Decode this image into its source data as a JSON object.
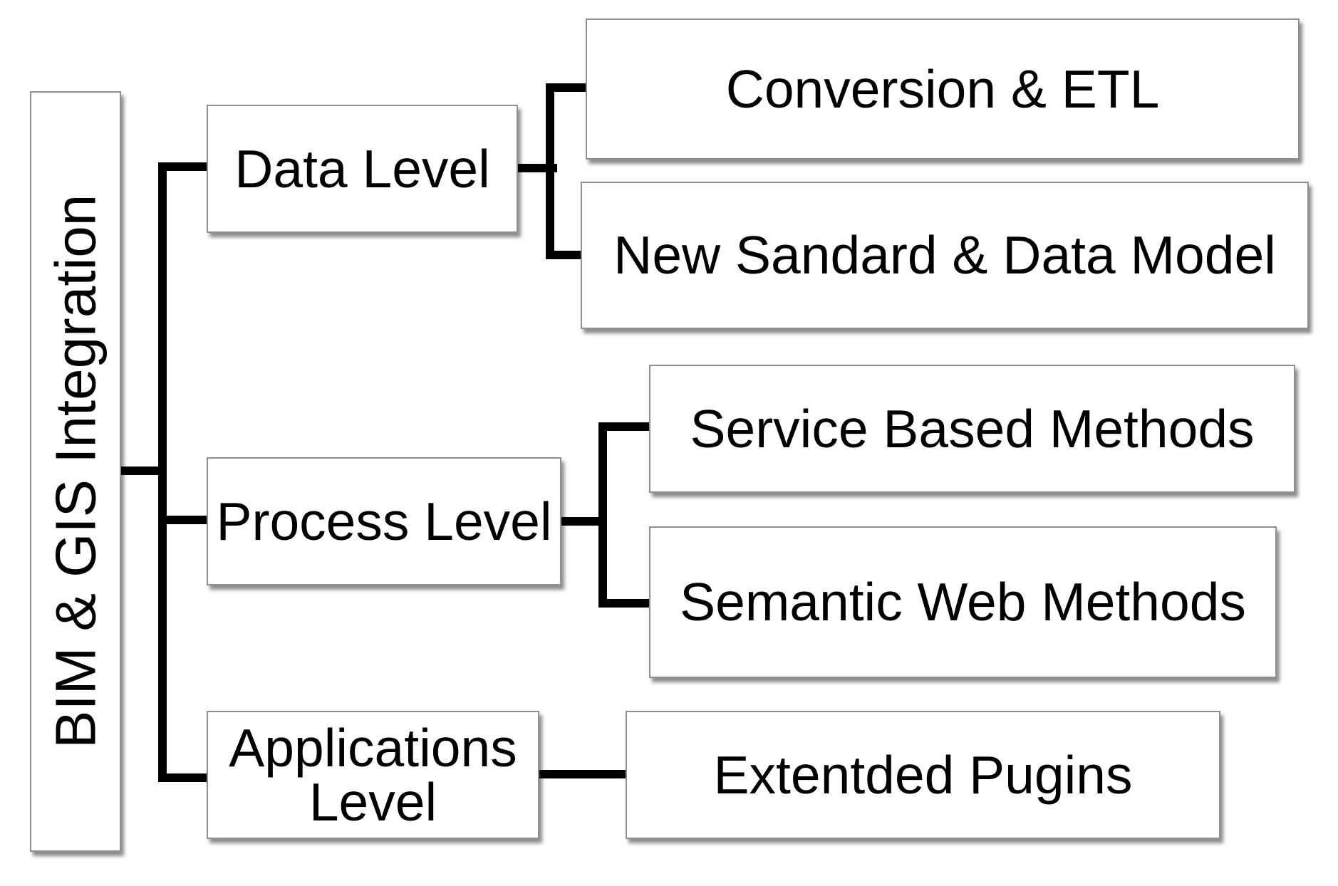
{
  "root": {
    "label": "BIM & GIS Integration"
  },
  "levels": [
    {
      "label": "Data Level",
      "children": [
        "Conversion & ETL",
        "New Sandard & Data Model"
      ]
    },
    {
      "label": "Process Level",
      "children": [
        "Service Based Methods",
        "Semantic Web Methods"
      ]
    },
    {
      "label_lines": [
        "Applications",
        "Level"
      ],
      "children": [
        "Extentded Pugins"
      ]
    }
  ]
}
